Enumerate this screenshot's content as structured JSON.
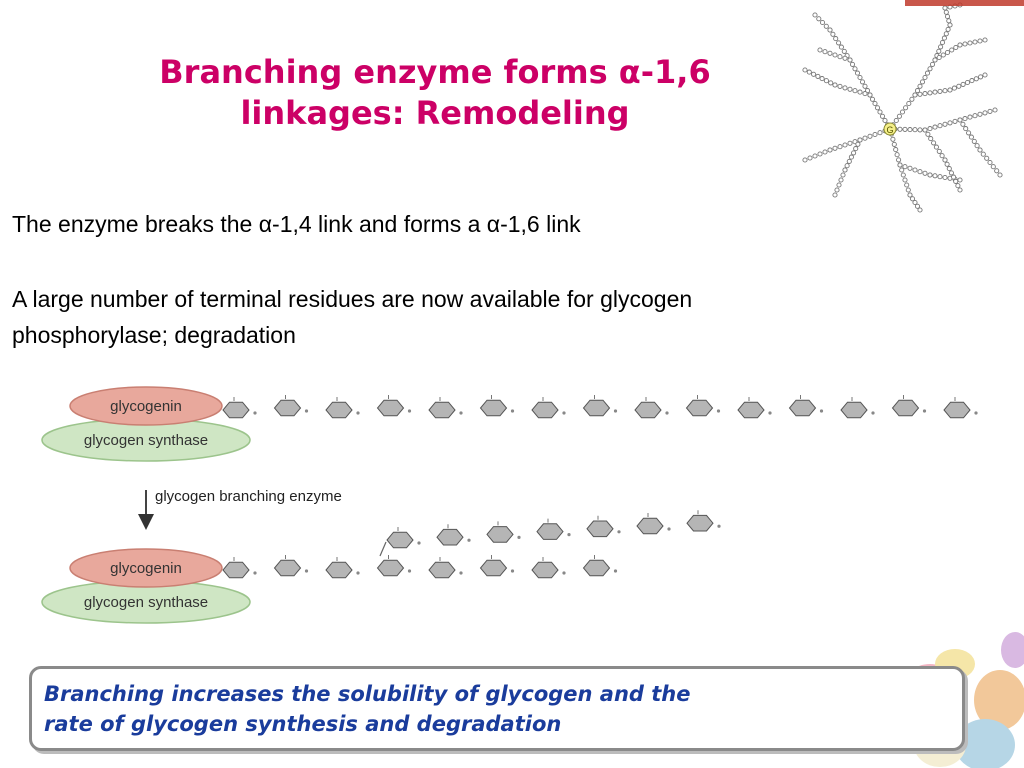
{
  "title": {
    "line1": "Branching enzyme forms α-1,6",
    "line2": "linkages: Remodeling"
  },
  "body": {
    "line1": "The enzyme breaks the α-1,4 link and forms a α-1,6 link",
    "line2": " A large number of terminal residues are now available for glycogen",
    "line3": "phosphorylase; degradation"
  },
  "glycogen_graphic": {
    "center_label": "G"
  },
  "pathway": {
    "before": {
      "glycogenin_label": "glycogenin",
      "synthase_label": "glycogen synthase",
      "glucose_residues": 15
    },
    "enzyme_label": "glycogen branching enzyme",
    "after": {
      "glycogenin_label": "glycogenin",
      "synthase_label": "glycogen synthase",
      "main_chain_residues": 8,
      "branch_residues": 7
    },
    "colors": {
      "glycogenin_fill": "#e8a89c",
      "synthase_fill": "#cfe6c4",
      "glucose_fill": "#b5b5b5"
    }
  },
  "summary": {
    "line1": "Branching increases the solubility of glycogen and the",
    "line2": "rate of glycogen synthesis and degradation"
  },
  "colors": {
    "title": "#cc0066",
    "summary_text": "#1a3c9c",
    "summary_border": "#8a8a8a"
  }
}
